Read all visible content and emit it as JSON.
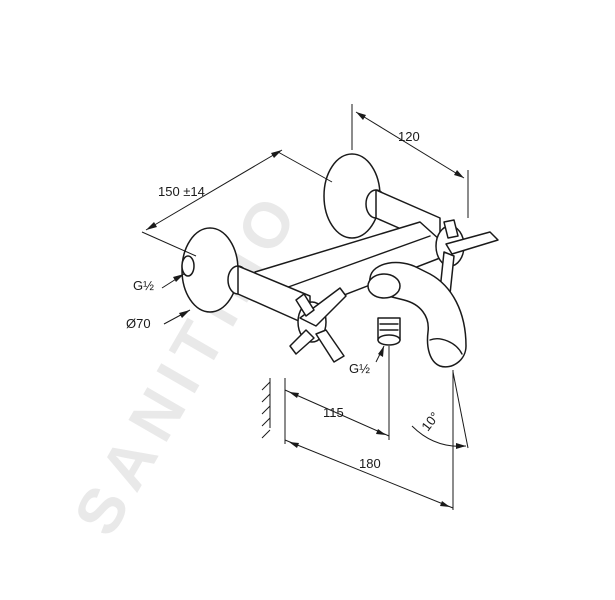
{
  "dimensions": {
    "spout_depth": "120",
    "center_distance": "150 ±14",
    "thread_inlet": "G½",
    "rosette_diameter": "Ø70",
    "thread_outlet": "G½",
    "wall_to_outlet": "115",
    "wall_to_spout": "180",
    "spout_angle": "10°"
  },
  "watermark": "SANITINO"
}
